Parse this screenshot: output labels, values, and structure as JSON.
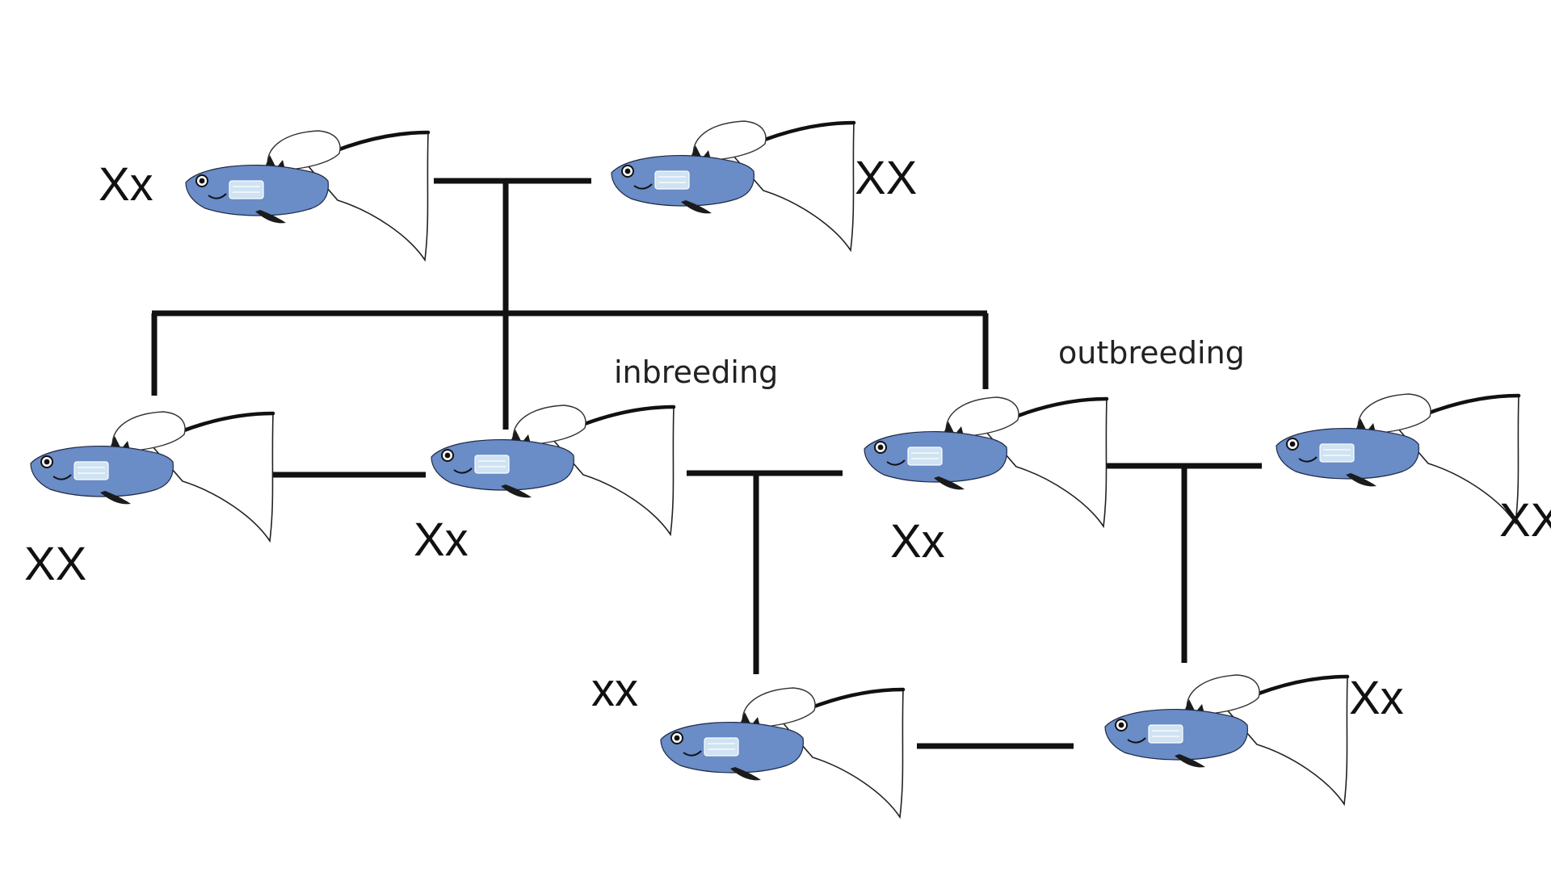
{
  "colors": {
    "fish_body": "#6a8cc7",
    "fish_body_light": "#a8bfe3",
    "line": "#111111",
    "background": "#ffffff"
  },
  "icon": "guppy-fish-icon",
  "labels": {
    "inbreeding": "inbreeding",
    "outbreeding": "outbreeding"
  },
  "fish": [
    {
      "id": "parent-a",
      "genotype": "Xx"
    },
    {
      "id": "parent-b",
      "genotype": "XX"
    },
    {
      "id": "offspring-1",
      "genotype": "XX"
    },
    {
      "id": "offspring-2",
      "genotype": "Xx"
    },
    {
      "id": "offspring-3",
      "genotype": "Xx"
    },
    {
      "id": "outside-mate",
      "genotype": "XX"
    },
    {
      "id": "inbred-offspring",
      "genotype": "xx"
    },
    {
      "id": "outbred-offspring",
      "genotype": "Xx"
    }
  ]
}
